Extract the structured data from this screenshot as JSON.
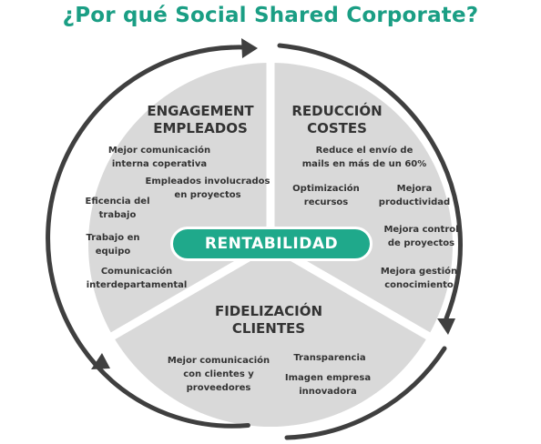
{
  "title": "¿Por qué Social Shared Corporate?",
  "center_label": "RENTABILIDAD",
  "colors": {
    "accent": "#1fa98b",
    "title": "#1a9e84",
    "segment": "#d9d9d9",
    "arrow": "#3f3f3f",
    "text": "#333333"
  },
  "segments": {
    "engagement": {
      "heading": "ENGAGEMENT\nEMPLEADOS",
      "items": [
        "Mejor comunicación\ninterna coperativa",
        "Empleados involucrados\nen proyectos",
        "Eficencia del\ntrabajo",
        "Trabajo en\nequipo",
        "Comunicación\ninterdepartamental"
      ]
    },
    "reduccion": {
      "heading": "REDUCCIÓN\nCOSTES",
      "items": [
        "Reduce el envío de\nmails en más de un 60%",
        "Optimización\nrecursos",
        "Mejora\nproductividad",
        "Mejora control\nde proyectos",
        "Mejora gestión\nconocimiento"
      ]
    },
    "fidelizacion": {
      "heading": "FIDELIZACIÓN\nCLIENTES",
      "items": [
        "Mejor comunicación\ncon clientes y\nproveedores",
        "Transparencia",
        "Imagen empresa\ninnovadora"
      ]
    }
  },
  "icons": [
    "arrow-head-icon"
  ]
}
